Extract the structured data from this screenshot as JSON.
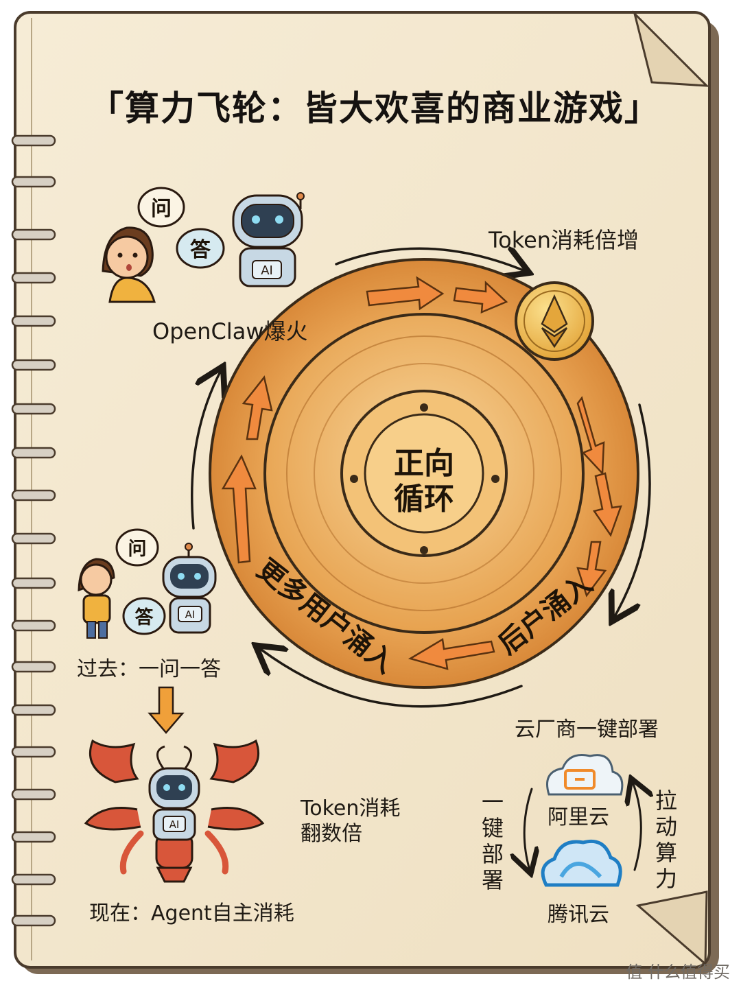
{
  "title": "「算力飞轮：皆大欢喜的商业游戏」",
  "labels": {
    "openclaw": "OpenClaw爆火",
    "token_multiply": "Token消耗倍增",
    "past": "过去：一问一答",
    "now": "现在：Agent自主消耗",
    "token_times": "Token消耗",
    "token_times_2": "翻数倍",
    "cloud_deploy": "云厂商一键部署",
    "one_click_deploy": "一键部署",
    "pull_compute": "拉动算力",
    "aliyun": "阿里云",
    "tencent_cloud": "腾讯云"
  },
  "wheel": {
    "center_line1": "正向",
    "center_line2": "循环",
    "more_users": "更多用户涌入",
    "users_flood": "后户涌入"
  },
  "bubbles": {
    "ask": "问",
    "answer": "答",
    "ai_badge": "AI"
  },
  "watermark": "值 什么值得买",
  "colors": {
    "paper": "#f4e8d0",
    "ring": "#e9a14b",
    "arrow": "#f08a3e",
    "ink": "#1f1a14",
    "lobster": "#d8563a",
    "robot": "#a9c3d3"
  }
}
